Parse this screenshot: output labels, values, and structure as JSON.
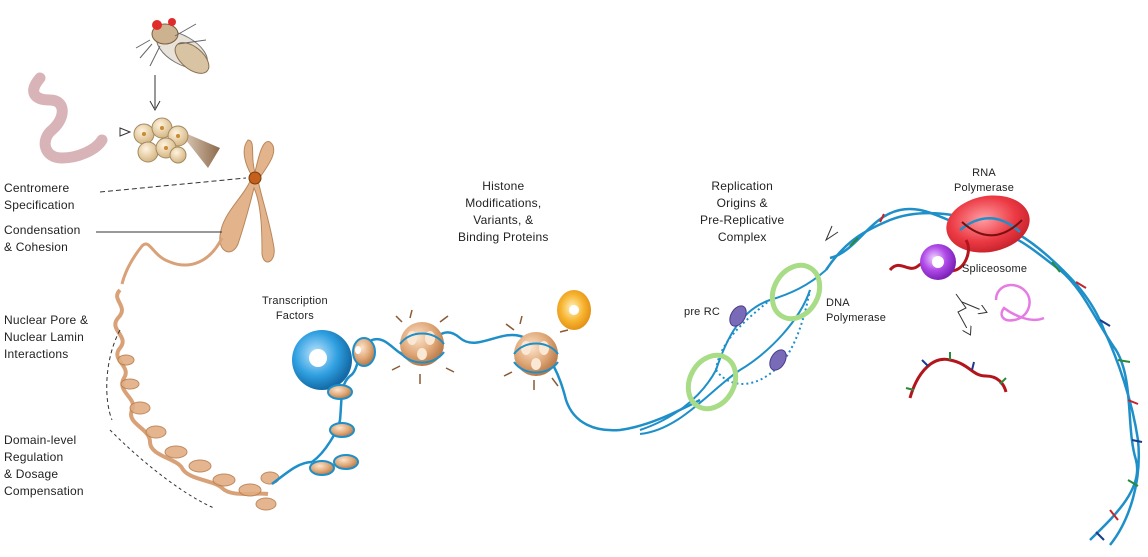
{
  "labels": {
    "centromere": [
      "Centromere",
      "Specification"
    ],
    "condensation": [
      "Condensation",
      "& Cohesion"
    ],
    "nuclear_pore": [
      "Nuclear Pore &",
      "Nuclear Lamin",
      "Interactions"
    ],
    "domain_level": [
      "Domain-level",
      "Regulation",
      "& Dosage",
      "Compensation"
    ],
    "transcription": [
      "Transcription",
      "Factors"
    ],
    "histone": [
      "Histone",
      "Modifications,",
      "Variants, &",
      "Binding Proteins"
    ],
    "replication": [
      "Replication",
      "Origins &",
      "Pre-Replicative",
      "Complex"
    ],
    "pre_rc": "pre RC",
    "dna_polymerase": [
      "DNA",
      "Polymerase"
    ],
    "rna_polymerase": [
      "RNA",
      "Polymerase"
    ],
    "spliceosome": "Spliceosome"
  },
  "colors": {
    "dna_blue": "#1e8fc8",
    "chromatin_tan": "#d9a177",
    "chromosome_tan": "#e3b48c",
    "histone_tail": "#8a5a34",
    "replication_green": "#a9dc86",
    "pre_rc_purple": "#7a6bb8",
    "rna_polymerase_red": "#e8333d",
    "spliceosome_purple": "#a23de0",
    "rna_red": "#b3151c",
    "rna_pink": "#e57ce3",
    "binding_orange": "#f5a623",
    "worm_pink": "#d8b4b8"
  },
  "icons": [
    "fly-icon",
    "worm-icon",
    "embryo-cells-icon"
  ]
}
